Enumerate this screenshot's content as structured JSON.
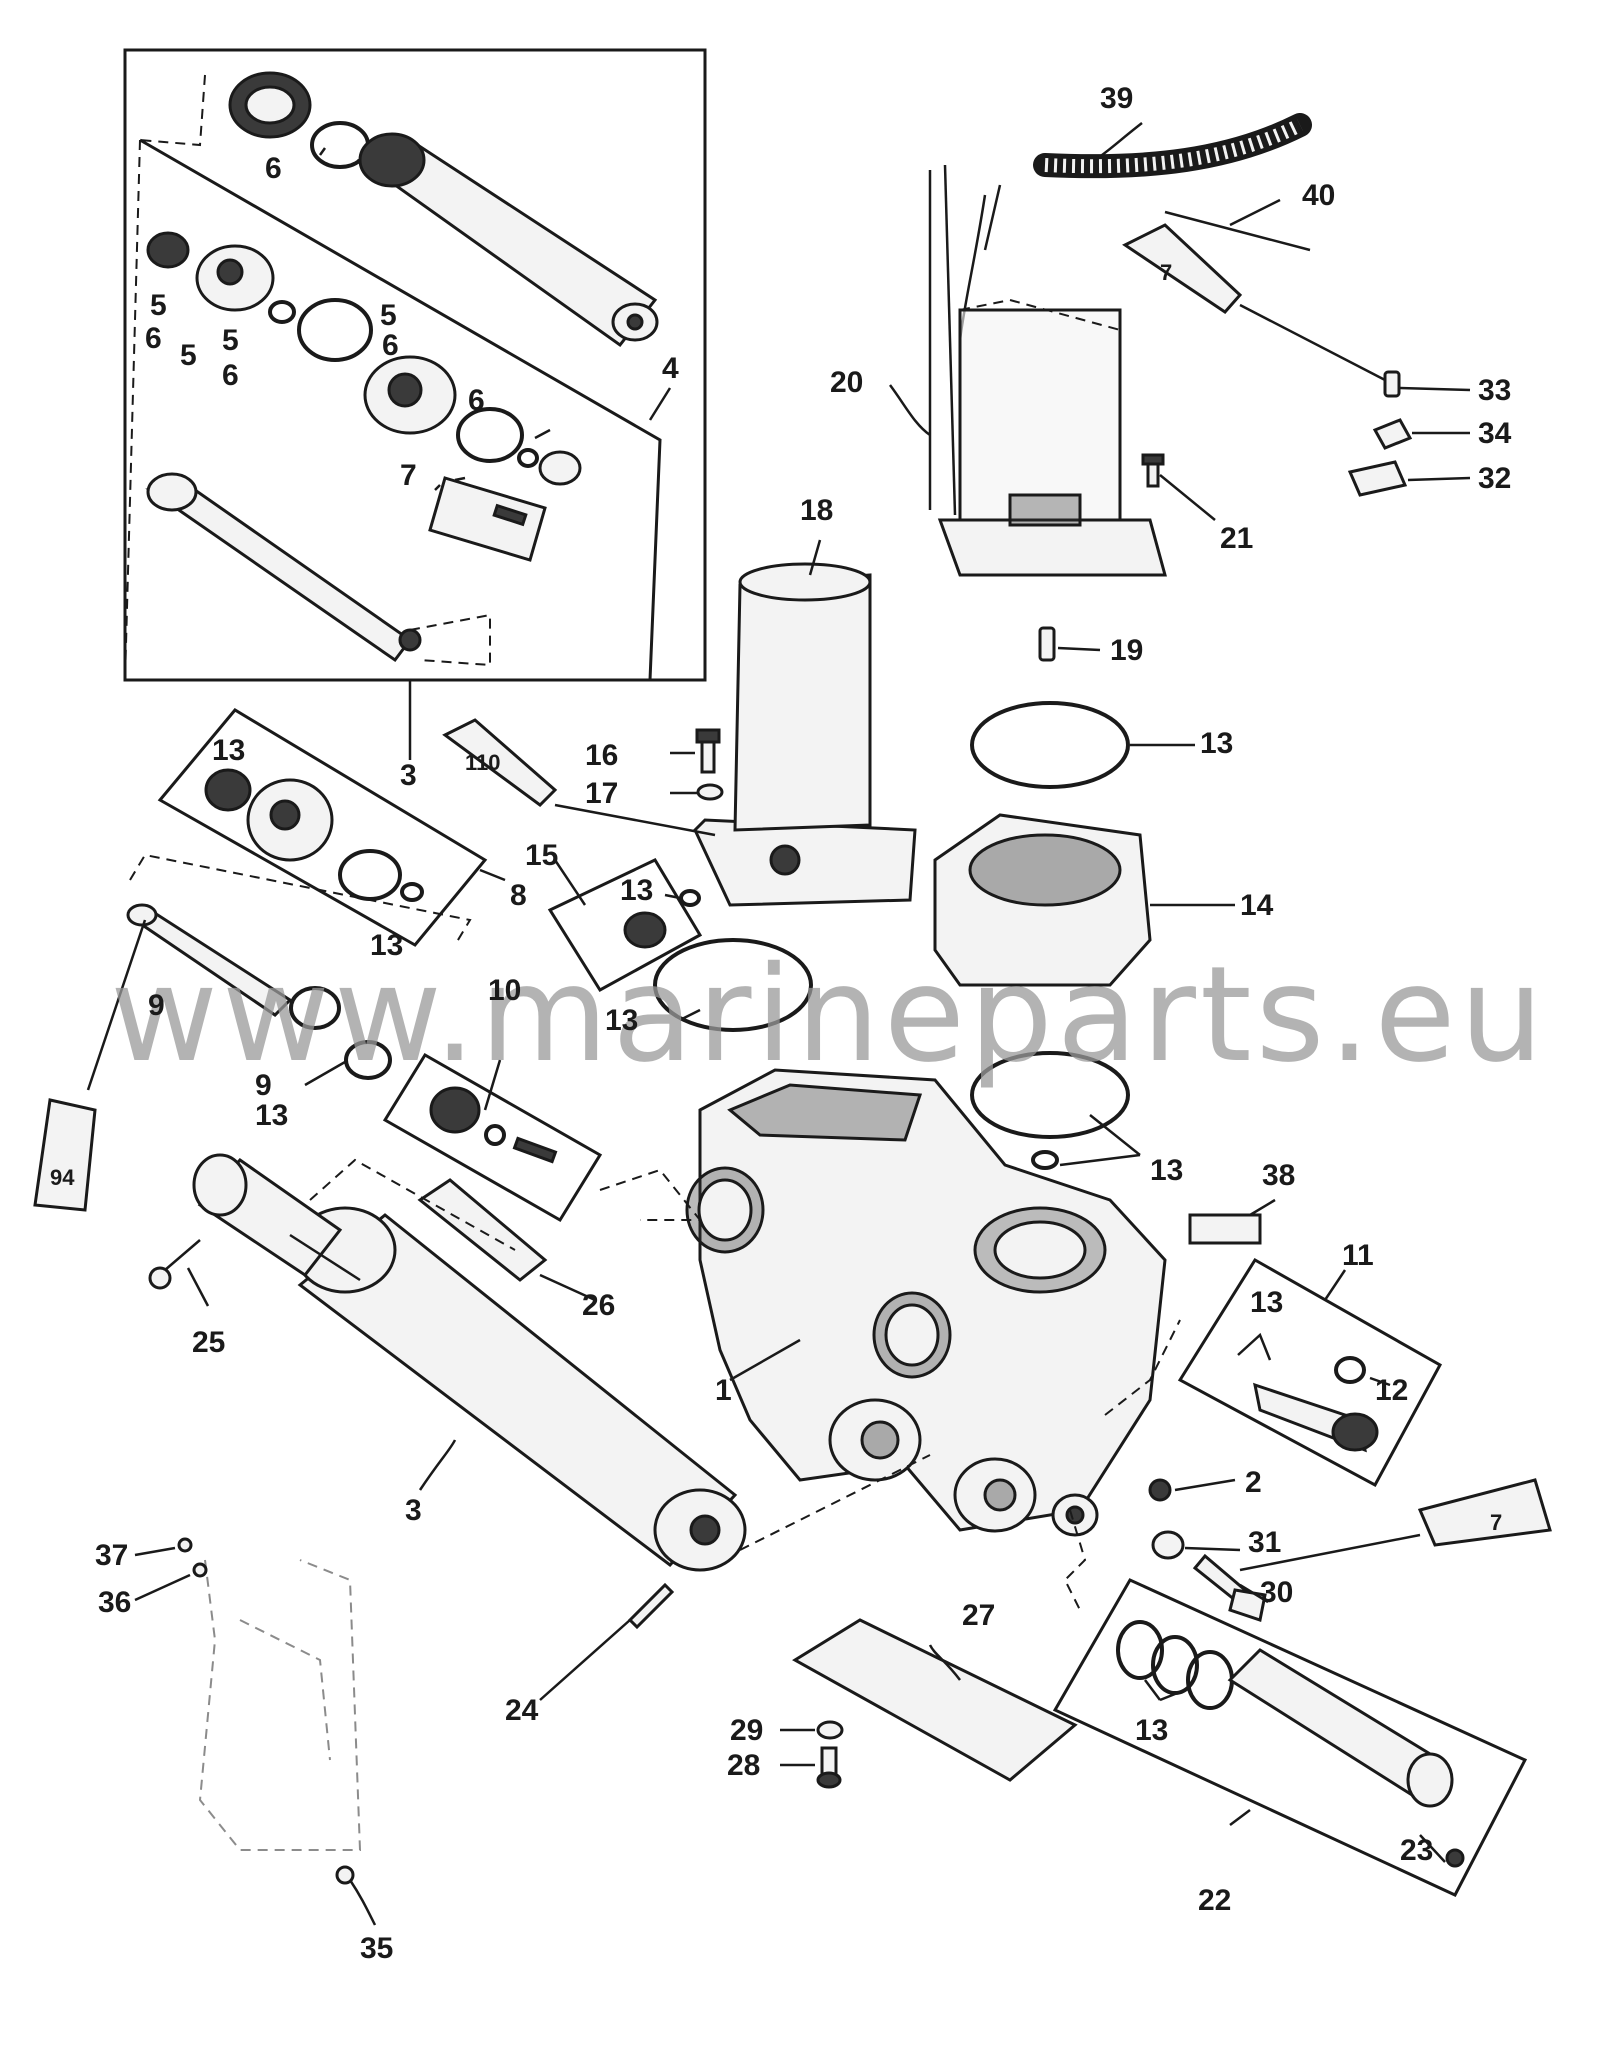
{
  "watermark": "www.marineparts.eu",
  "tube_labels": [
    "7",
    "110",
    "94",
    "7"
  ],
  "callouts": [
    "1",
    "2",
    "3",
    "3",
    "4",
    "5",
    "5",
    "5",
    "5",
    "6",
    "6",
    "6",
    "6",
    "6",
    "7",
    "8",
    "9",
    "9",
    "10",
    "11",
    "12",
    "13",
    "13",
    "13",
    "13",
    "13",
    "13",
    "13",
    "13",
    "13",
    "14",
    "15",
    "16",
    "17",
    "18",
    "19",
    "20",
    "21",
    "22",
    "23",
    "24",
    "25",
    "26",
    "27",
    "28",
    "29",
    "30",
    "31",
    "32",
    "33",
    "34",
    "35",
    "36",
    "37",
    "38",
    "39",
    "40"
  ]
}
